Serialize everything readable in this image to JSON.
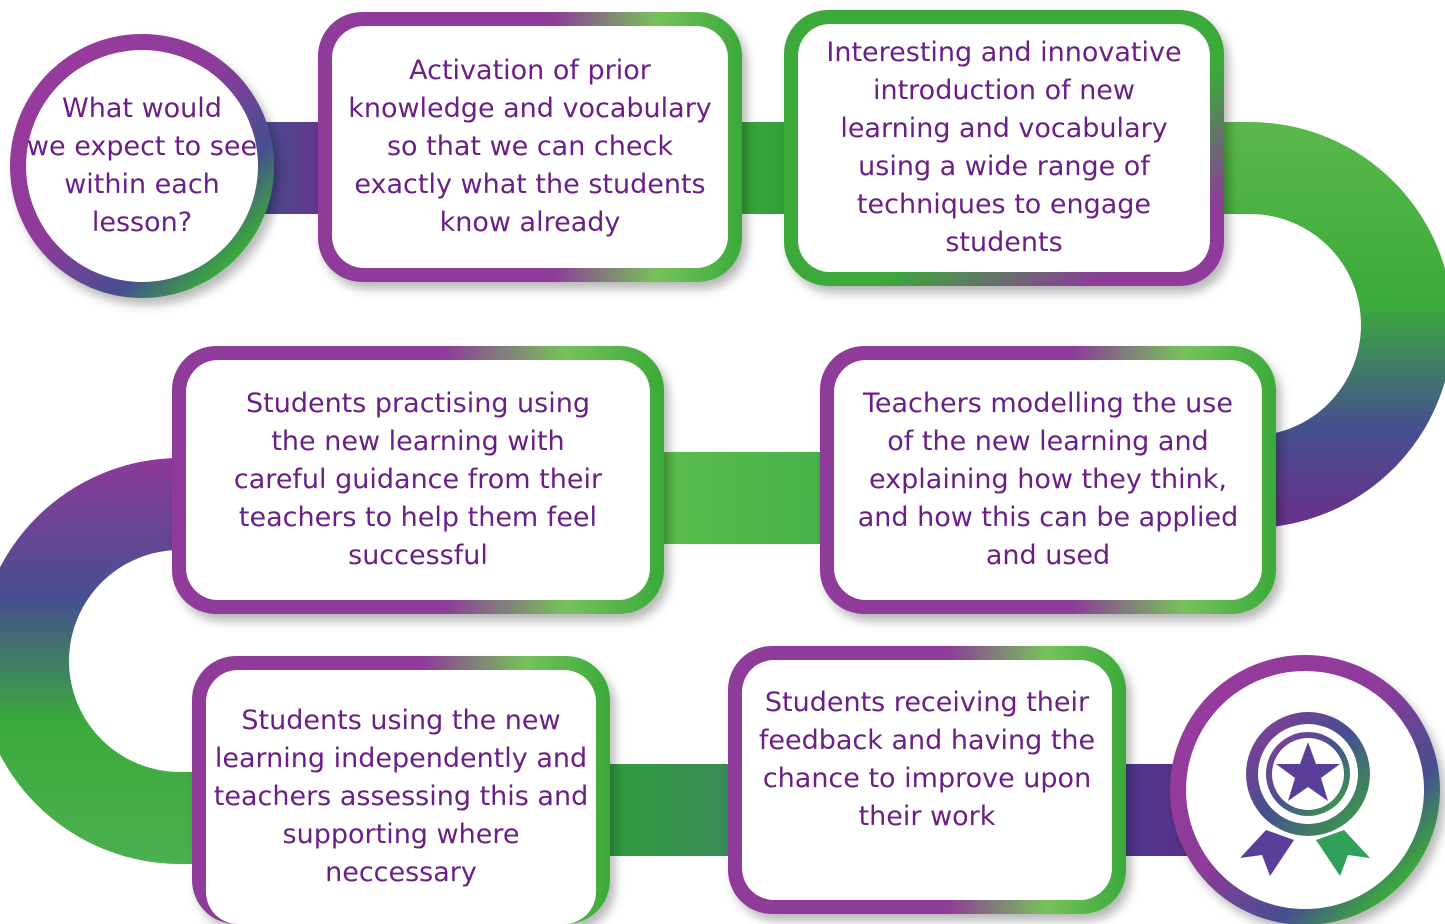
{
  "colors": {
    "purple": "#8e3a9a",
    "navy": "#45508f",
    "green": "#3aaa3a",
    "light_green": "#76c25a",
    "text": "#6a1f86"
  },
  "start": {
    "text": "What would\nwe expect to see\nwithin each\nlesson?"
  },
  "steps": [
    {
      "text": "Activation of prior\nknowledge and vocabulary\nso that we can check\nexactly what the students\nknow already"
    },
    {
      "text": "Interesting and innovative\nintroduction of new\nlearning and vocabulary\nusing a wide range of\ntechniques to engage\nstudents"
    },
    {
      "text": "Teachers modelling the use\nof the new learning and\nexplaining how they think,\nand how this can be applied\nand used"
    },
    {
      "text": "Students practising using\nthe new learning with\ncareful guidance from their\nteachers to help them feel\nsuccessful"
    },
    {
      "text": "Students using the new\nlearning independently and\nteachers assessing this and\nsupporting where\nneccessary"
    },
    {
      "text": "Students receiving their\nfeedback and having the\nchance to improve upon\ntheir work"
    }
  ],
  "end": {
    "icon": "award-ribbon-icon"
  }
}
